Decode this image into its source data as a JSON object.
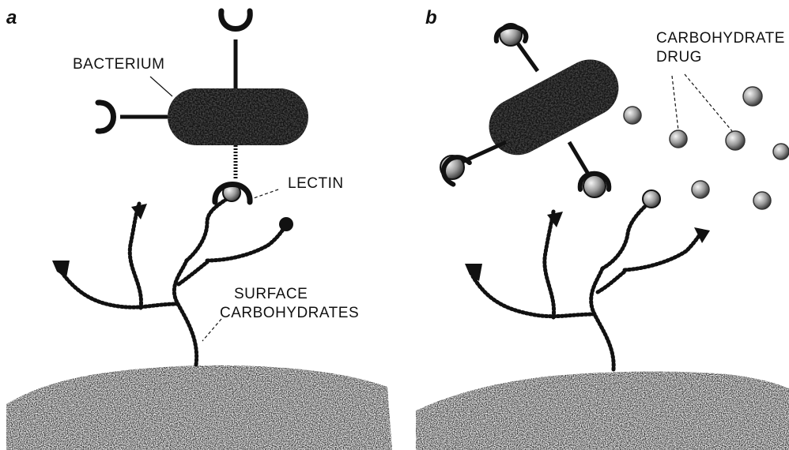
{
  "panels": {
    "a": {
      "letter": "a",
      "labels": {
        "bacterium": "BACTERIUM",
        "lectin": "LECTIN",
        "surface_line1": "SURFACE",
        "surface_line2": "CARBOHYDRATES"
      }
    },
    "b": {
      "letter": "b",
      "labels": {
        "drug_line1": "CARBOHYDRATE",
        "drug_line2": "DRUG"
      }
    }
  },
  "colors": {
    "ink": "#111111",
    "background": "#ffffff"
  }
}
